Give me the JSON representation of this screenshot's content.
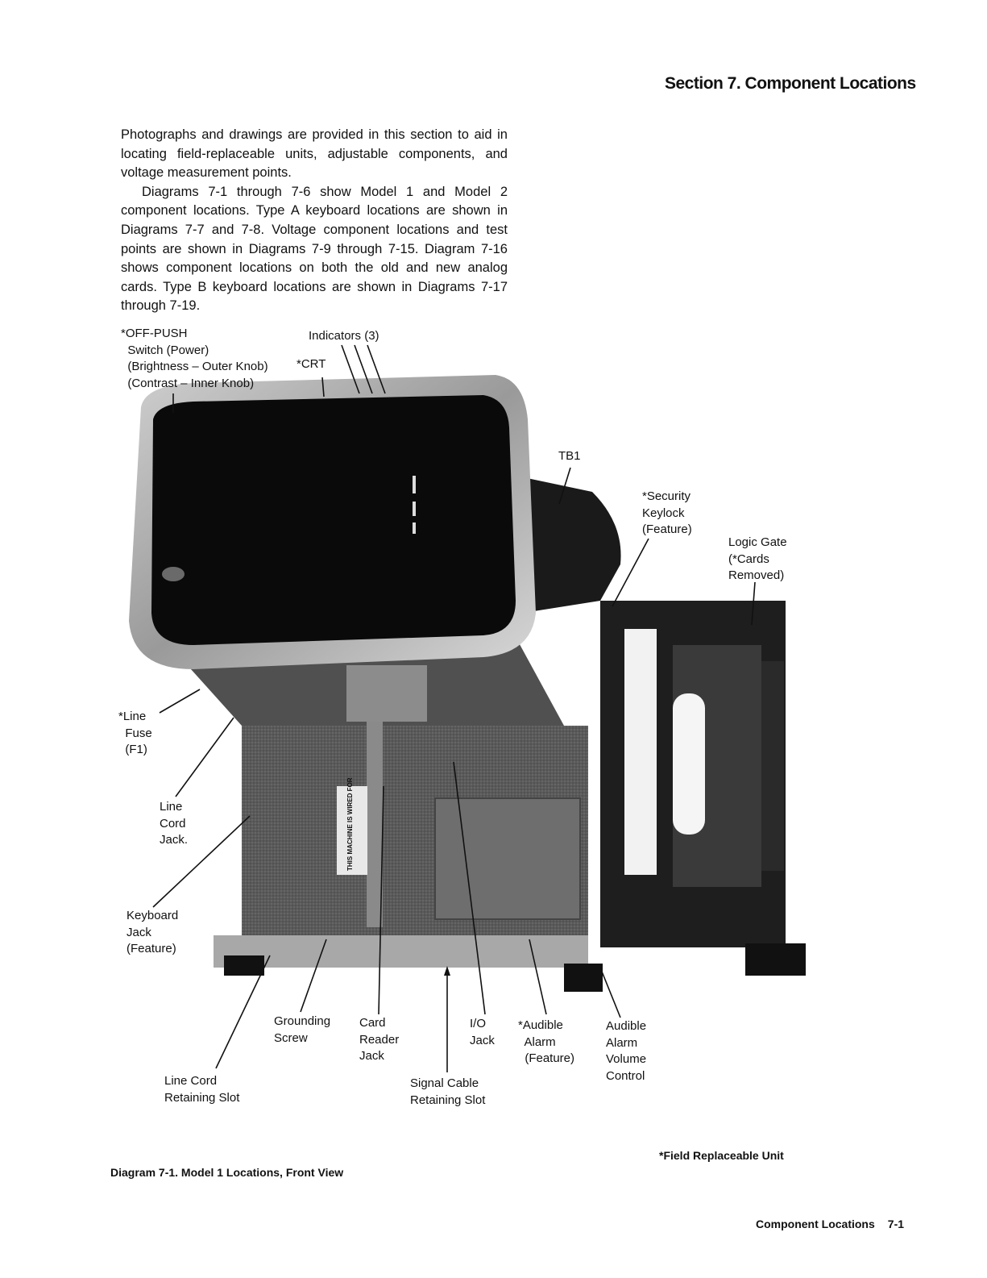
{
  "header": {
    "section_title": "Section 7.  Component Locations"
  },
  "intro": {
    "paragraphs": [
      "Photographs and drawings are provided in this section to aid in locating field-replaceable units, adjustable components, and voltage measurement points.",
      "Diagrams 7-1 through 7-6 show Model 1 and Model 2 component locations. Type A keyboard locations are shown in Diagrams 7-7 and 7-8. Voltage component locations and test points are shown in Diagrams 7-9 through 7-15. Diagram 7-16 shows component locations on both the old and new analog cards. Type B keyboard locations are shown in Diagrams 7-17 through 7-19."
    ]
  },
  "figure": {
    "photo_label": "THIS MACHINE IS WIRED FOR",
    "callouts": {
      "off_push": "*OFF-PUSH\n  Switch (Power)\n  (Brightness – Outer Knob)\n  (Contrast – Inner Knob)",
      "indicators": "Indicators (3)",
      "crt": "*CRT",
      "tb1": "TB1",
      "security_keylock": "*Security\nKeylock\n(Feature)",
      "logic_gate": "Logic Gate\n(*Cards\nRemoved)",
      "line_fuse": "*Line\n  Fuse\n  (F1)",
      "line_cord_jack": "Line\nCord\nJack.",
      "keyboard_jack": "Keyboard\nJack\n(Feature)",
      "grounding_screw": "Grounding\nScrew",
      "card_reader_jack": "Card\nReader\nJack",
      "io_jack": "I/O\nJack",
      "audible_alarm_feature": "*Audible\n  Alarm\n  (Feature)",
      "audible_alarm_volume": "Audible\nAlarm\nVolume\nControl",
      "line_cord_retaining_slot": "Line Cord\nRetaining Slot",
      "signal_cable_retaining_slot": "Signal Cable\nRetaining Slot"
    },
    "caption": "Diagram 7-1.  Model 1 Locations, Front View",
    "fru_note": "*Field Replaceable Unit"
  },
  "footer": {
    "section": "Component Locations",
    "page": "7-1"
  }
}
